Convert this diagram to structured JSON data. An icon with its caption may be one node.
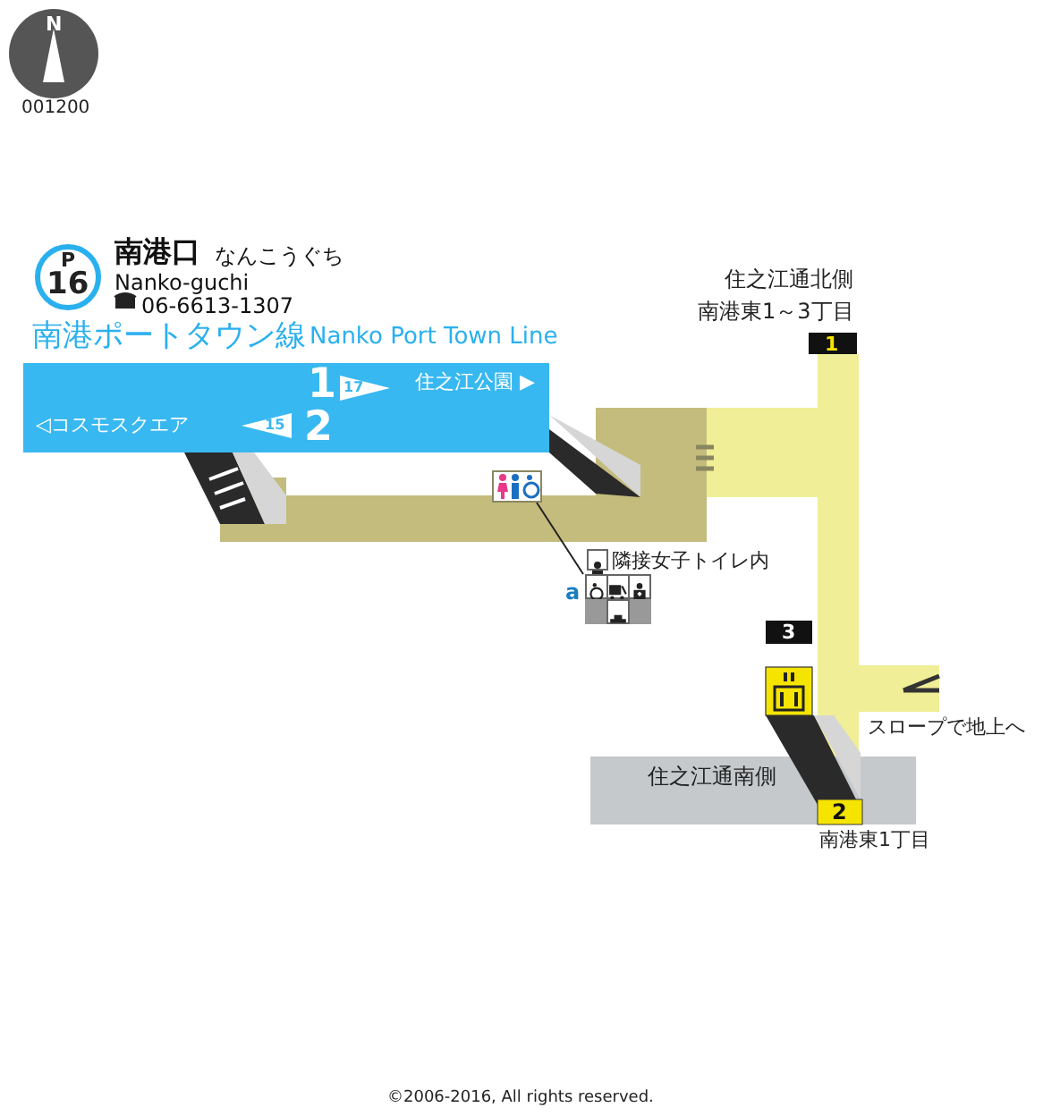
{
  "diagram": {
    "nodes": [
      {
        "text": [],
        "shape": "box"
      },
      {
        "text": [
          "隣接女子トイレ内",
          "a"
        ]
      }
    ],
    "edges": [
      {
        "from": 0,
        "to": 1,
        "arrow": "none"
      }
    ],
    "labels": [
      "N",
      "001200",
      "P",
      "16",
      "南港口",
      "なんこうぐち",
      "Nanko-guchi",
      "06-6613-1307",
      "南港ポートタウン線",
      "Nanko Port Town Line",
      "1",
      "17",
      "住之江公園 ▶",
      "◁コスモスクエア",
      "15",
      "2",
      "住之江通北側",
      "南港東1～3丁目",
      "1",
      "3",
      "スロープで地上へ",
      "住之江通南側",
      "2",
      "南港東1丁目",
      "©2006-2016, All rights reserved."
    ]
  }
}
